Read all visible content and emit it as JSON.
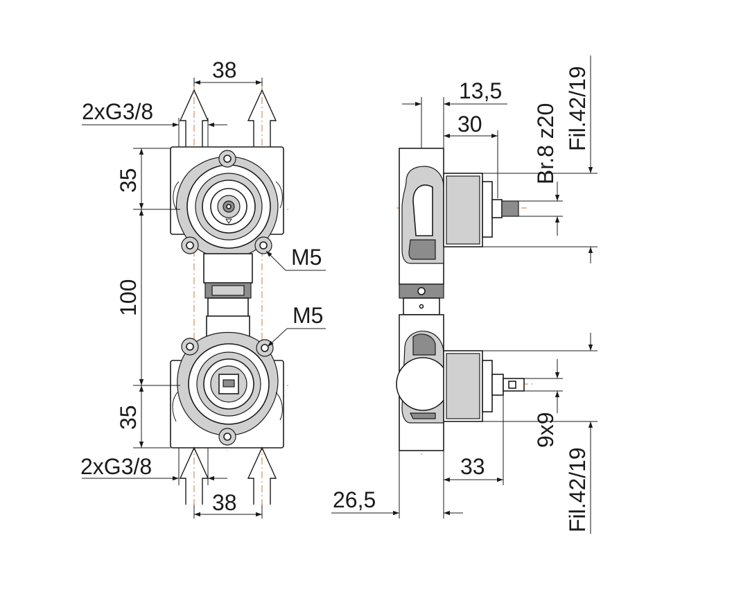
{
  "colors": {
    "line": "#1a1a1a",
    "centerline": "#c8783c",
    "shade": "#d0d0d0",
    "dark": "#8c8c8c"
  },
  "front_view": {
    "top_spacing": "38",
    "top_thread": "2xG3/8",
    "upper_offset": "35",
    "center_distance": "100",
    "lower_offset": "35",
    "upper_screw": "M5",
    "lower_screw": "M5",
    "bottom_thread": "2xG3/8",
    "bottom_spacing": "38"
  },
  "side_view": {
    "top_offset": "13,5",
    "top_depth": "30",
    "upper_spline": "Br.8 z20",
    "upper_thread": "Fil.42/19",
    "lower_square": "9x9",
    "lower_depth": "33",
    "lower_thread": "Fil.42/19",
    "bottom_offset": "26,5"
  }
}
